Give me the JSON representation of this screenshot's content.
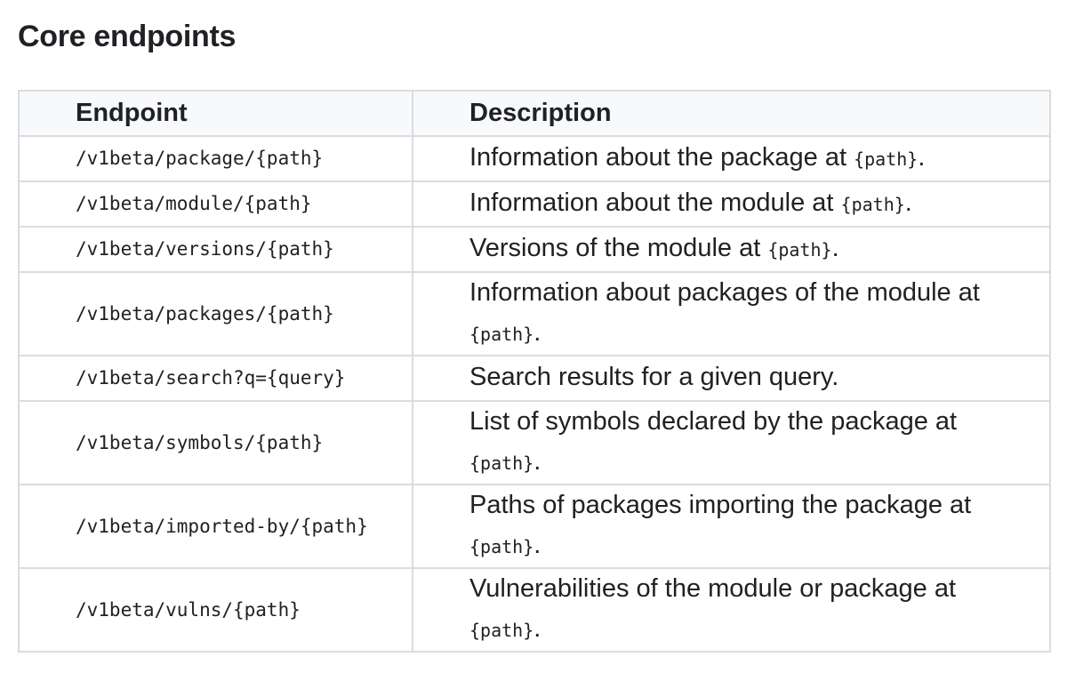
{
  "title": "Core endpoints",
  "table": {
    "headers": [
      "Endpoint",
      "Description"
    ],
    "rows": [
      {
        "endpoint": "/v1beta/package/{path}",
        "desc": "Information about the package at ",
        "code": "{path}",
        "tail": "."
      },
      {
        "endpoint": "/v1beta/module/{path}",
        "desc": "Information about the module at ",
        "code": "{path}",
        "tail": "."
      },
      {
        "endpoint": "/v1beta/versions/{path}",
        "desc": "Versions of the module at ",
        "code": "{path}",
        "tail": "."
      },
      {
        "endpoint": "/v1beta/packages/{path}",
        "desc": "Information about packages of the module at ",
        "code": "{path}",
        "tail": "."
      },
      {
        "endpoint": "/v1beta/search?q={query}",
        "desc": "Search results for a given query.",
        "code": "",
        "tail": ""
      },
      {
        "endpoint": "/v1beta/symbols/{path}",
        "desc": "List of symbols declared by the package at ",
        "code": "{path}",
        "tail": "."
      },
      {
        "endpoint": "/v1beta/imported-by/{path}",
        "desc": "Paths of packages importing the package at ",
        "code": "{path}",
        "tail": "."
      },
      {
        "endpoint": "/v1beta/vulns/{path}",
        "desc": "Vulnerabilities of the module or package at ",
        "code": "{path}",
        "tail": "."
      }
    ]
  }
}
